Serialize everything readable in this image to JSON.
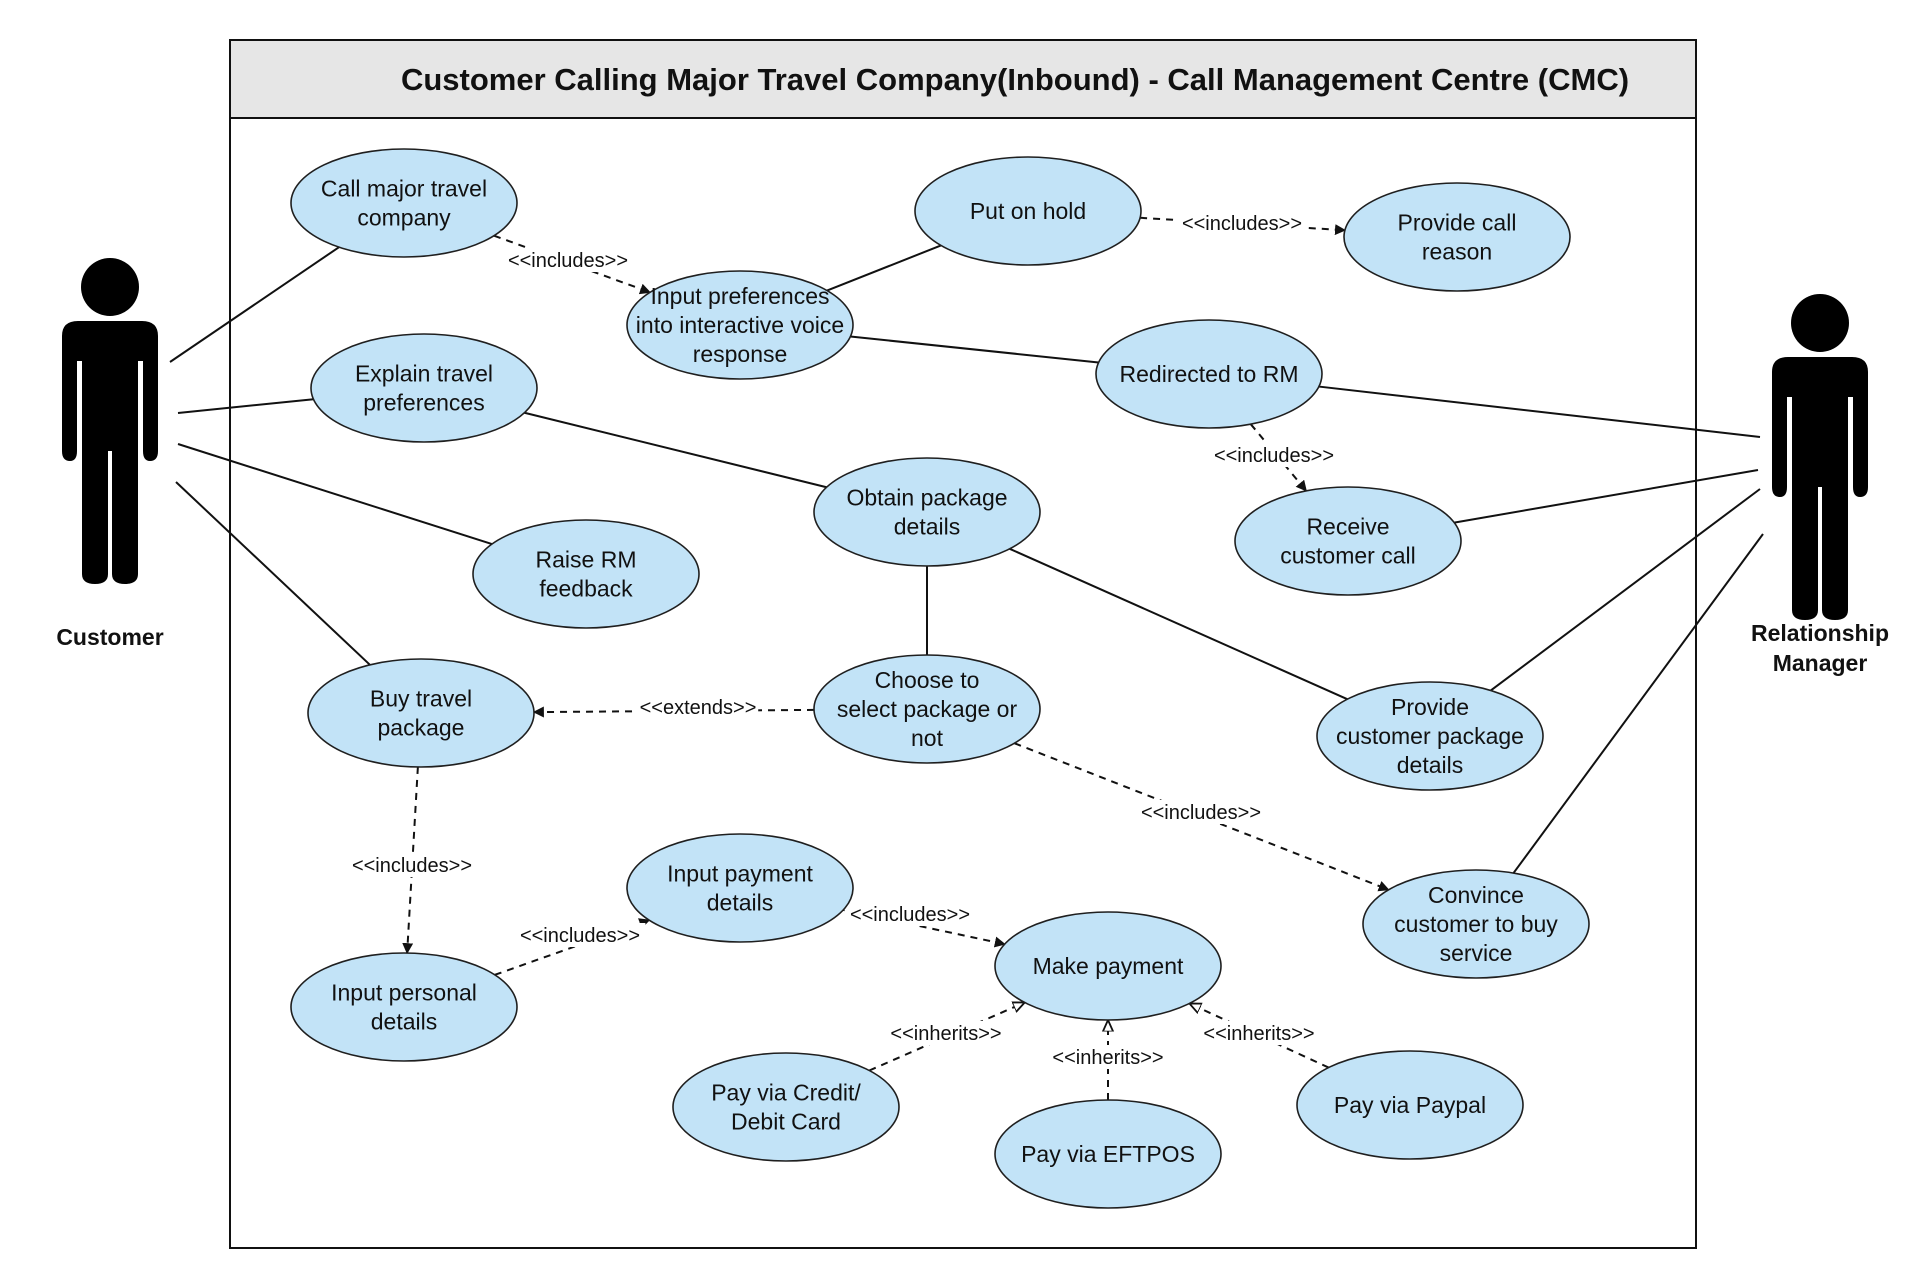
{
  "title": "Customer Calling Major Travel Company(Inbound) - Call Management Centre (CMC)",
  "colors": {
    "usecase_fill": "#c2e3f7",
    "header_fill": "#e6e6e6",
    "line": "#111111"
  },
  "actors": [
    {
      "id": "customer",
      "label_lines": [
        "Customer"
      ]
    },
    {
      "id": "rm",
      "label_lines": [
        "Relationship",
        "Manager"
      ]
    }
  ],
  "use_cases": [
    {
      "id": "call",
      "lines": [
        "Call major travel",
        "company"
      ]
    },
    {
      "id": "input_pref",
      "lines": [
        "Input preferences",
        "into interactive voice",
        "response"
      ]
    },
    {
      "id": "hold",
      "lines": [
        "Put on hold"
      ]
    },
    {
      "id": "reason",
      "lines": [
        "Provide call",
        "reason"
      ]
    },
    {
      "id": "explain",
      "lines": [
        "Explain travel",
        "preferences"
      ]
    },
    {
      "id": "redirect",
      "lines": [
        "Redirected to RM"
      ]
    },
    {
      "id": "receive",
      "lines": [
        "Receive",
        "customer call"
      ]
    },
    {
      "id": "obtain",
      "lines": [
        "Obtain package",
        "details"
      ]
    },
    {
      "id": "feedback",
      "lines": [
        "Raise RM",
        "feedback"
      ]
    },
    {
      "id": "buy",
      "lines": [
        "Buy travel",
        "package"
      ]
    },
    {
      "id": "choose",
      "lines": [
        "Choose to",
        "select package or",
        "not"
      ]
    },
    {
      "id": "provide_pkg",
      "lines": [
        "Provide",
        "customer package",
        "details"
      ]
    },
    {
      "id": "payment_details",
      "lines": [
        "Input payment",
        "details"
      ]
    },
    {
      "id": "convince",
      "lines": [
        "Convince",
        "customer to buy",
        "service"
      ]
    },
    {
      "id": "personal",
      "lines": [
        "Input personal",
        "details"
      ]
    },
    {
      "id": "make_payment",
      "lines": [
        "Make payment"
      ]
    },
    {
      "id": "card",
      "lines": [
        "Pay via Credit/",
        "Debit Card"
      ]
    },
    {
      "id": "eftpos",
      "lines": [
        "Pay via EFTPOS"
      ]
    },
    {
      "id": "paypal",
      "lines": [
        "Pay via Paypal"
      ]
    }
  ],
  "associations": [
    [
      "customer",
      "call"
    ],
    [
      "customer",
      "explain"
    ],
    [
      "customer",
      "feedback"
    ],
    [
      "customer",
      "buy"
    ],
    [
      "input_pref",
      "hold"
    ],
    [
      "input_pref",
      "redirect"
    ],
    [
      "explain",
      "obtain"
    ],
    [
      "obtain",
      "choose"
    ],
    [
      "obtain",
      "provide_pkg"
    ],
    [
      "redirect",
      "rm"
    ],
    [
      "receive",
      "rm"
    ],
    [
      "provide_pkg",
      "rm"
    ],
    [
      "convince",
      "rm"
    ]
  ],
  "dependencies": [
    {
      "from": "call",
      "to": "input_pref",
      "label": "<<includes>>"
    },
    {
      "from": "hold",
      "to": "reason",
      "label": "<<includes>>"
    },
    {
      "from": "redirect",
      "to": "receive",
      "label": "<<includes>>"
    },
    {
      "from": "choose",
      "to": "buy",
      "label": "<<extends>>"
    },
    {
      "from": "choose",
      "to": "convince",
      "label": "<<includes>>"
    },
    {
      "from": "buy",
      "to": "personal",
      "label": "<<includes>>"
    },
    {
      "from": "personal",
      "to": "payment_details",
      "label": "<<includes>>"
    },
    {
      "from": "payment_details",
      "to": "make_payment",
      "label": "<<includes>>"
    },
    {
      "from": "card",
      "to": "make_payment",
      "label": "<<inherits>>"
    },
    {
      "from": "eftpos",
      "to": "make_payment",
      "label": "<<inherits>>"
    },
    {
      "from": "paypal",
      "to": "make_payment",
      "label": "<<inherits>>"
    }
  ]
}
